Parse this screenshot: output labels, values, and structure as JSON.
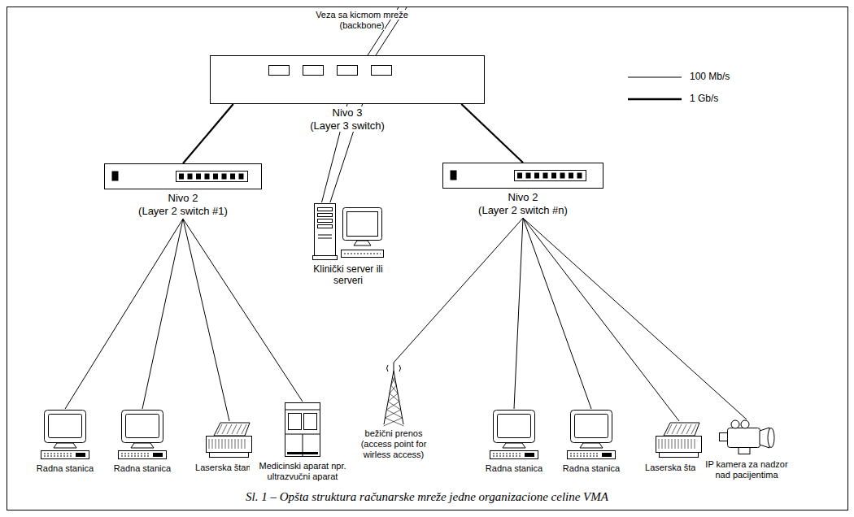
{
  "diagram": {
    "caption": "Sl. 1 – Opšta struktura računarske mreže jedne organizacione celine VMA",
    "nodes": [
      {
        "text": [
          "Nivo 3",
          "(Layer 3 switch)"
        ]
      },
      {
        "text": [
          "Nivo 2",
          "(Layer 2 switch #1)"
        ]
      },
      {
        "text": [
          "Klinički server ili serveri"
        ]
      },
      {
        "text": [
          "Nivo 2",
          "(Layer 2 switch #n)"
        ]
      },
      {
        "text": [
          "Radna stanica"
        ]
      },
      {
        "text": [
          "Radna stanica"
        ]
      },
      {
        "text": [
          "Laserska štampa"
        ]
      },
      {
        "text": [
          "Medicinski aparat npr. ultrazvučni aparat"
        ]
      },
      {
        "text": [
          "bežični prenos (access point for wirless access)"
        ]
      },
      {
        "text": [
          "Radna stanica"
        ]
      },
      {
        "text": [
          "Radna stanica"
        ]
      },
      {
        "text": [
          "Laserska štampa"
        ]
      },
      {
        "text": [
          "IP kamera za nadzor nad pacijentima"
        ]
      }
    ],
    "edges": [
      {
        "from": 0,
        "to": 1,
        "arrow": "none"
      },
      {
        "from": 0,
        "to": 3,
        "arrow": "none"
      },
      {
        "from": 0,
        "to": 2,
        "arrow": "none"
      },
      {
        "from": 0,
        "to": 2,
        "arrow": "none"
      },
      {
        "from": 1,
        "to": 4,
        "arrow": "none"
      },
      {
        "from": 1,
        "to": 5,
        "arrow": "none"
      },
      {
        "from": 1,
        "to": 6,
        "arrow": "none"
      },
      {
        "from": 1,
        "to": 7,
        "arrow": "none"
      },
      {
        "from": 3,
        "to": 8,
        "arrow": "none"
      },
      {
        "from": 3,
        "to": 9,
        "arrow": "none"
      },
      {
        "from": 3,
        "to": 10,
        "arrow": "none"
      },
      {
        "from": 3,
        "to": 11,
        "arrow": "none"
      },
      {
        "from": 3,
        "to": 12,
        "arrow": "none"
      }
    ],
    "labels": [
      "Veza sa kicmom mreže (backbone)"
    ],
    "legend": [
      {
        "text": "100 Mb/s"
      },
      {
        "text": "1 Gb/s"
      }
    ]
  }
}
